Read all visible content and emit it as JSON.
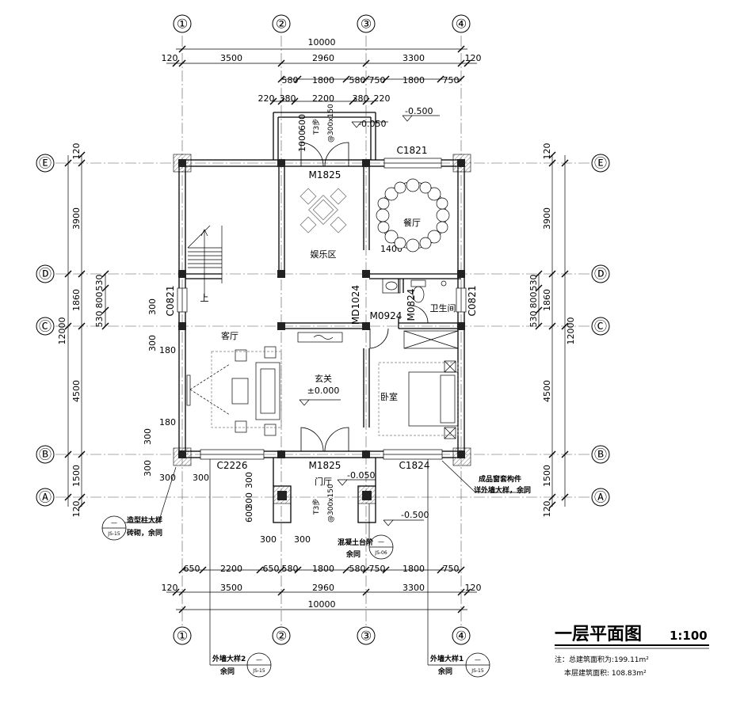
{
  "drawing": {
    "title": "一层平面图",
    "scale": "1:100",
    "notes": [
      "注：总建筑面积为:199.11m²",
      "本层建筑面积: 108.83m²"
    ]
  },
  "grid": {
    "cols": [
      "①",
      "②",
      "③",
      "④"
    ],
    "rows": [
      "Ⓔ",
      "Ⓓ",
      "Ⓒ",
      "Ⓑ",
      "Ⓐ"
    ]
  },
  "dims": {
    "top_total": "10000",
    "top_row1": [
      "120",
      "3500",
      "2960",
      "3300",
      "120"
    ],
    "top_row2": [
      "580",
      "1800",
      "580",
      "750",
      "1800",
      "750"
    ],
    "top_row3": [
      "220",
      "380",
      "2200",
      "380",
      "220"
    ],
    "bottom_row1": [
      "650",
      "2200",
      "650",
      "580",
      "1800",
      "580",
      "750",
      "1800",
      "750"
    ],
    "bottom_row2": [
      "120",
      "3500",
      "2960",
      "3300",
      "120"
    ],
    "bottom_total": "10000",
    "left_outer": [
      "120",
      "3900",
      "1860",
      "12000",
      "4500",
      "1500",
      "120"
    ],
    "left_inner": [
      "530",
      "800",
      "530"
    ],
    "right_outer": [
      "120",
      "3900",
      "1860",
      "12000",
      "4500",
      "1500",
      "120"
    ],
    "right_inner": [
      "530",
      "800",
      "530"
    ],
    "misc": [
      "300",
      "300",
      "180",
      "180",
      "300",
      "300",
      "300",
      "300",
      "300",
      "300",
      "600",
      "300",
      "300",
      "1400",
      "600",
      "1000"
    ]
  },
  "rooms": {
    "dining": "餐厅",
    "entertainment": "娱乐区",
    "living": "客厅",
    "foyer": "玄关",
    "foyer_level": "±0.000",
    "bedroom": "卧室",
    "bathroom": "卫生间",
    "hall": "门厅",
    "up": "上"
  },
  "openings": {
    "m1825_top": "M1825",
    "c1821": "C1821",
    "c0821_left": "C0821",
    "c0821_right": "C0821",
    "md1024": "MD1024",
    "m0924": "M0924",
    "m0824": "M0824",
    "m1825_bottom": "M1825",
    "c2226": "C2226",
    "c1824": "C1824"
  },
  "levels": {
    "top_step": "-0.050",
    "top_outside": "-0.500",
    "bottom_step": "-0.050",
    "bottom_outside": "-0.500",
    "step_top": "T3步",
    "step_top_spec": "@300x150",
    "step_bottom": "T3步",
    "step_bottom_spec": "@300x150"
  },
  "callouts": {
    "column_detail": "造型柱大样",
    "column_detail_sub": "砖砌，余同",
    "concrete_step": "混凝土台阶",
    "concrete_step_sub": "余同",
    "window_sill": "成品窗套构件",
    "window_sill_sub": "详外墙大样，余同",
    "wall_detail2": "外墙大样2",
    "wall_detail2_sub": "余同",
    "wall_detail1": "外墙大样1",
    "wall_detail1_sub": "余同",
    "index_dash": "—",
    "index_ref": "JS-15",
    "index_ref2": "JS-06"
  },
  "colors": {
    "ink": "#000000",
    "hatch": "#888888",
    "column": "#222222",
    "dash": "#666666"
  }
}
